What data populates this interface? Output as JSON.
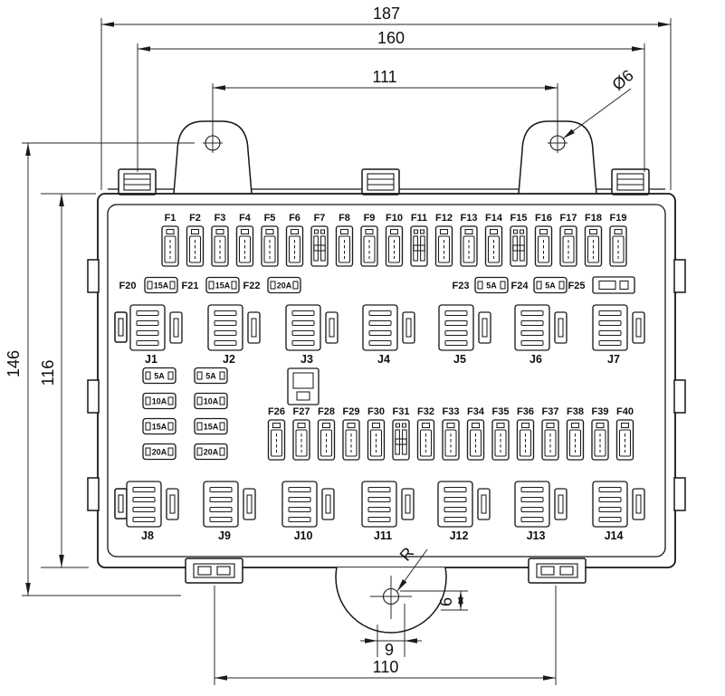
{
  "dimensions": {
    "overall_width": "187",
    "mount_span_width": "160",
    "ear_hole_span": "111",
    "hole_diameter": "Ø6",
    "overall_height": "146",
    "body_height": "116",
    "foot_span": "110",
    "boss_hole_offset_x": "9",
    "boss_hole_offset_y": "6",
    "boss_radius_label": "R"
  },
  "top_fuses": [
    {
      "label": "F1",
      "type": "std"
    },
    {
      "label": "F2",
      "type": "std"
    },
    {
      "label": "F3",
      "type": "std"
    },
    {
      "label": "F4",
      "type": "std"
    },
    {
      "label": "F5",
      "type": "std"
    },
    {
      "label": "F6",
      "type": "std"
    },
    {
      "label": "F7",
      "type": "alt"
    },
    {
      "label": "F8",
      "type": "std"
    },
    {
      "label": "F9",
      "type": "std"
    },
    {
      "label": "F10",
      "type": "std"
    },
    {
      "label": "F11",
      "type": "alt"
    },
    {
      "label": "F12",
      "type": "std"
    },
    {
      "label": "F13",
      "type": "std"
    },
    {
      "label": "F14",
      "type": "std"
    },
    {
      "label": "F15",
      "type": "alt"
    },
    {
      "label": "F16",
      "type": "std"
    },
    {
      "label": "F17",
      "type": "std"
    },
    {
      "label": "F18",
      "type": "std"
    },
    {
      "label": "F19",
      "type": "std"
    }
  ],
  "mini_fuses": [
    {
      "label": "F20",
      "rating": "15A",
      "type": "fuse"
    },
    {
      "label": "F21",
      "rating": "15A",
      "type": "fuse"
    },
    {
      "label": "F22",
      "rating": "20A",
      "type": "fuse"
    },
    {
      "label": "F23",
      "rating": "5A",
      "type": "fuse"
    },
    {
      "label": "F24",
      "rating": "5A",
      "type": "fuse"
    },
    {
      "label": "F25",
      "rating": "",
      "type": "connector"
    }
  ],
  "relays_top": [
    "J1",
    "J2",
    "J3",
    "J4",
    "J5",
    "J6",
    "J7"
  ],
  "fuse_bank": {
    "rows": [
      [
        "5A",
        "5A"
      ],
      [
        "10A",
        "10A"
      ],
      [
        "15A",
        "15A"
      ],
      [
        "20A",
        "20A"
      ]
    ]
  },
  "mid_fuses": [
    {
      "label": "F26",
      "type": "std"
    },
    {
      "label": "F27",
      "type": "std"
    },
    {
      "label": "F28",
      "type": "std"
    },
    {
      "label": "F29",
      "type": "std"
    },
    {
      "label": "F30",
      "type": "std"
    },
    {
      "label": "F31",
      "type": "alt"
    },
    {
      "label": "F32",
      "type": "std"
    },
    {
      "label": "F33",
      "type": "std"
    },
    {
      "label": "F34",
      "type": "std"
    },
    {
      "label": "F35",
      "type": "std"
    },
    {
      "label": "F36",
      "type": "std"
    },
    {
      "label": "F37",
      "type": "std"
    },
    {
      "label": "F38",
      "type": "std"
    },
    {
      "label": "F39",
      "type": "std"
    },
    {
      "label": "F40",
      "type": "std"
    }
  ],
  "relays_bottom": [
    "J8",
    "J9",
    "J10",
    "J11",
    "J12",
    "J13",
    "J14"
  ]
}
